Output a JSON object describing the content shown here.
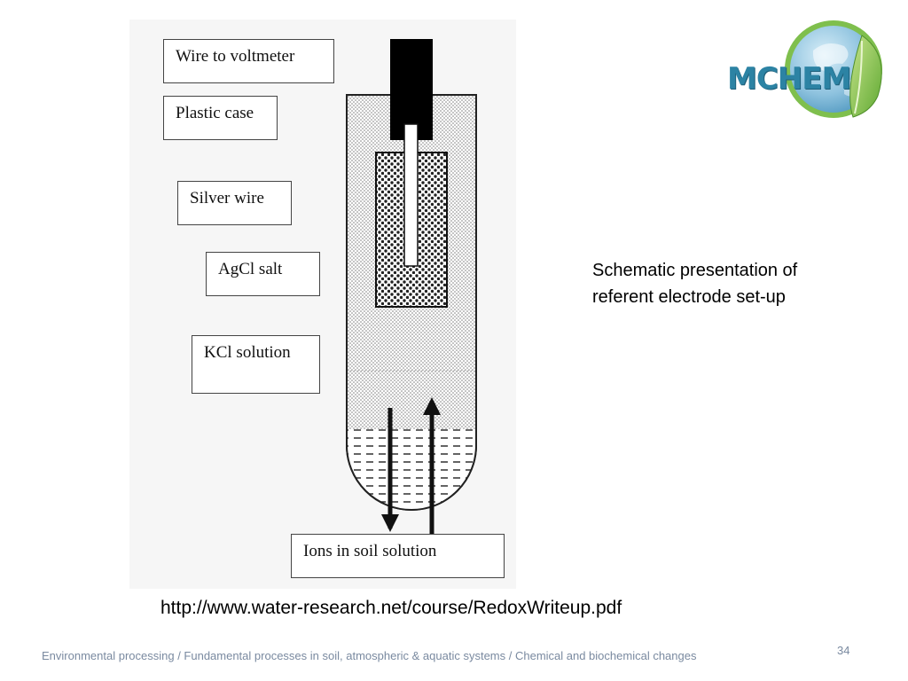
{
  "slide": {
    "caption": "Schematic presentation of referent electrode set-up",
    "source_url": "http://www.water-research.net/course/RedoxWriteup.pdf",
    "footer": "Environmental processing / Fundamental processes in soil, atmospheric & aquatic systems / Chemical and biochemical changes",
    "page_number": "34"
  },
  "logo": {
    "text": "MCHEM"
  },
  "diagram": {
    "labels": {
      "wire": "Wire to voltmeter",
      "case": "Plastic case",
      "silver": "Silver wire",
      "agcl": "AgCl salt",
      "kcl": "KCl solution",
      "ions": "Ions in soil solution"
    }
  }
}
